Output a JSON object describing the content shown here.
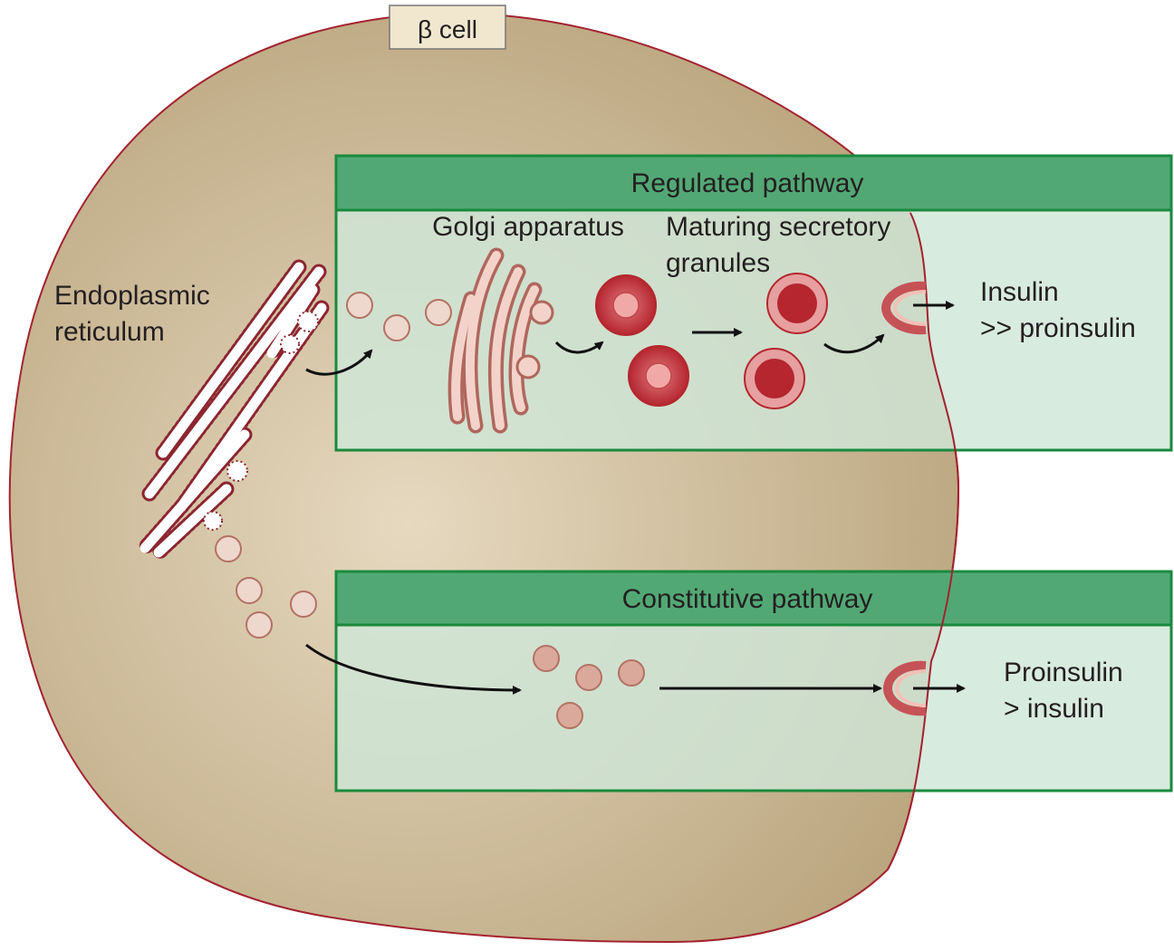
{
  "cell": {
    "label": "β cell"
  },
  "organelles": {
    "er": "Endoplasmic reticulum",
    "er_lines": [
      "Endoplasmic",
      "reticulum"
    ],
    "golgi": "Golgi apparatus",
    "granules_lines": [
      "Maturing secretory",
      "granules"
    ]
  },
  "regulated": {
    "title": "Regulated pathway",
    "output_lines": [
      "Insulin",
      ">> proinsulin"
    ]
  },
  "constitutive": {
    "title": "Constitutive pathway",
    "output_lines": [
      "Proinsulin",
      "> insulin"
    ]
  },
  "colors": {
    "cell_fill": "#c2ad88",
    "cell_outline": "#a3232f",
    "box_header": "#52a875",
    "box_body": "#d3e8da",
    "box_border": "#1a8a3e",
    "vesicle": "#e8c9be",
    "granule_red": "#b5262f"
  }
}
